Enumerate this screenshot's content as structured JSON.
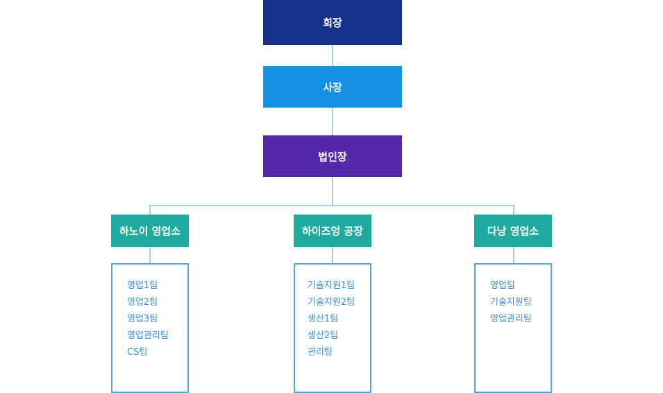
{
  "colors": {
    "chairman": "#16318b",
    "president": "#1590e2",
    "country_head": "#5329a9",
    "branch": "#1faaa0",
    "connector": "#a9cde6",
    "list_border": "#5ba3d9",
    "list_text": "#3f8ed4"
  },
  "chairman": {
    "label": "회장"
  },
  "president": {
    "label": "사장"
  },
  "country_head": {
    "label": "법인장"
  },
  "branches": [
    {
      "label": "하노이 영업소",
      "teams": [
        "영업1팀",
        "영업2팀",
        "영업3팀",
        "영업관리팀",
        "CS팀"
      ]
    },
    {
      "label": "하이즈엉 공장",
      "teams": [
        "기술지원1팀",
        "기술지원2팀",
        "생산1팀",
        "생산2팀",
        "관리팀"
      ]
    },
    {
      "label": "다낭 영업소",
      "teams": [
        "영업팀",
        "기술지원팀",
        "영업관리팀"
      ]
    }
  ]
}
